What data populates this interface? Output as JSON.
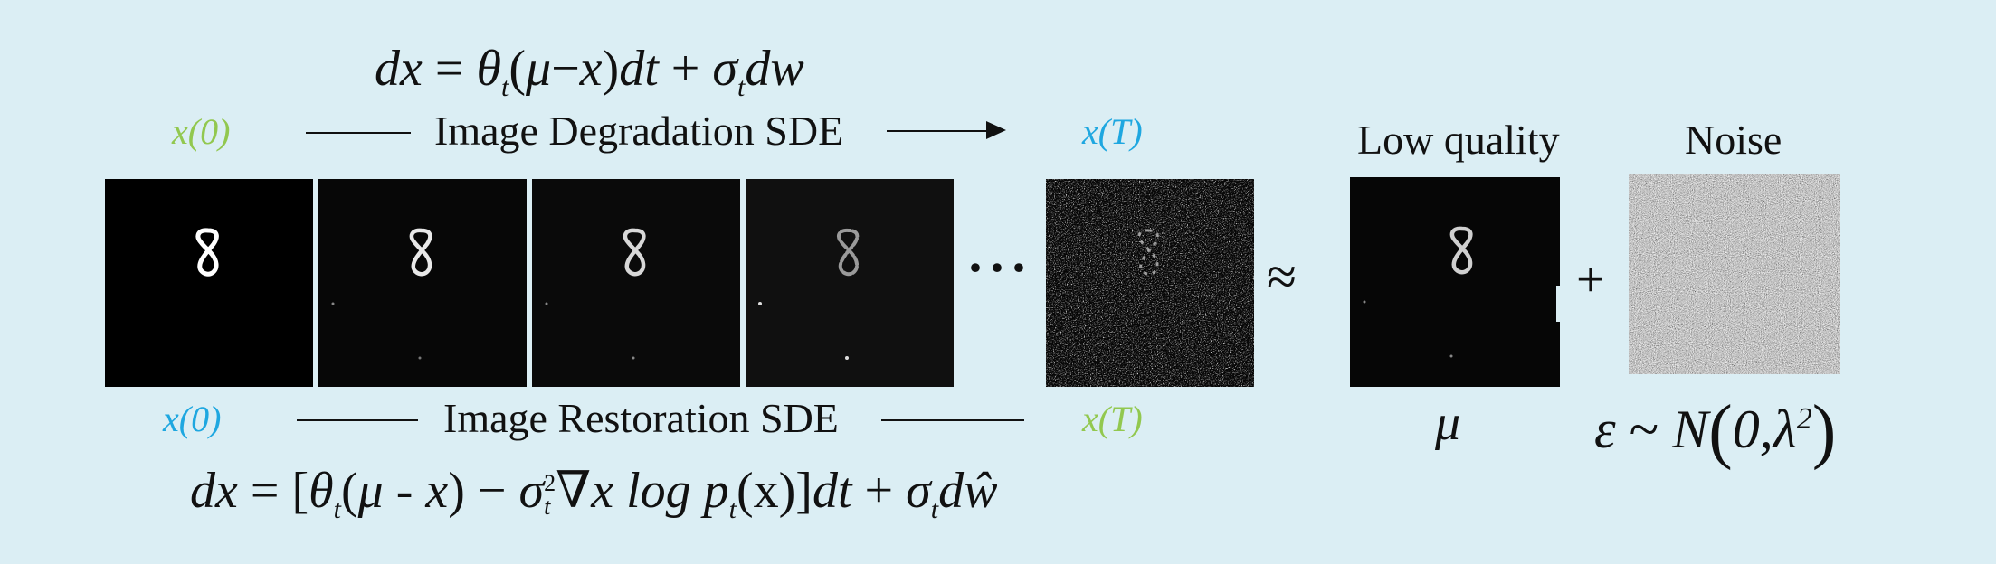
{
  "top_equation": {
    "lhs": "dx",
    "eq": "=",
    "theta": "θ",
    "theta_sub": "t",
    "paren_open": "(",
    "mu": "μ",
    "minus": "−",
    "x": "x",
    "paren_close": ")",
    "dt": "dt",
    "plus": "+",
    "sigma": "σ",
    "sigma_sub": "t",
    "dw": "dw"
  },
  "degradation": {
    "start_label": "x(0)",
    "caption": "Image Degradation SDE",
    "end_label": "x(T)"
  },
  "restoration": {
    "start_label": "x(0)",
    "caption": "Image Restoration SDE",
    "end_label": "x(T)"
  },
  "bottom_equation": {
    "lhs": "dx",
    "eq": "=",
    "bracket_open": "[",
    "theta": "θ",
    "theta_sub": "t",
    "paren_open": "(",
    "mu": "μ",
    "dash": " - ",
    "x": "x",
    "paren_close": ")",
    "minus": "−",
    "sigma": "σ",
    "sigma_sup": "2",
    "sigma_sub": "t",
    "nabla": "∇",
    "x2": "x",
    "log": "log",
    "p": "p",
    "p_sub": "t",
    "px": "(x)",
    "bracket_close": "]",
    "dt": "dt",
    "plus": "+",
    "sigma2": "σ",
    "sigma2_sub": "t",
    "dwhat": "dŵ"
  },
  "ellipsis": "···",
  "approx": "≈",
  "plus": "+",
  "low_quality": {
    "title": "Low quality",
    "symbol": "μ"
  },
  "noise": {
    "title": "Noise",
    "formula": {
      "eps": "ε",
      "tilde": "~",
      "N": "N",
      "zero": "0,",
      "lambda": "λ",
      "sup": "2"
    }
  },
  "colors": {
    "background": "#dbeef4",
    "green_label": "#92c84f",
    "blue_label": "#1ea7e0"
  }
}
